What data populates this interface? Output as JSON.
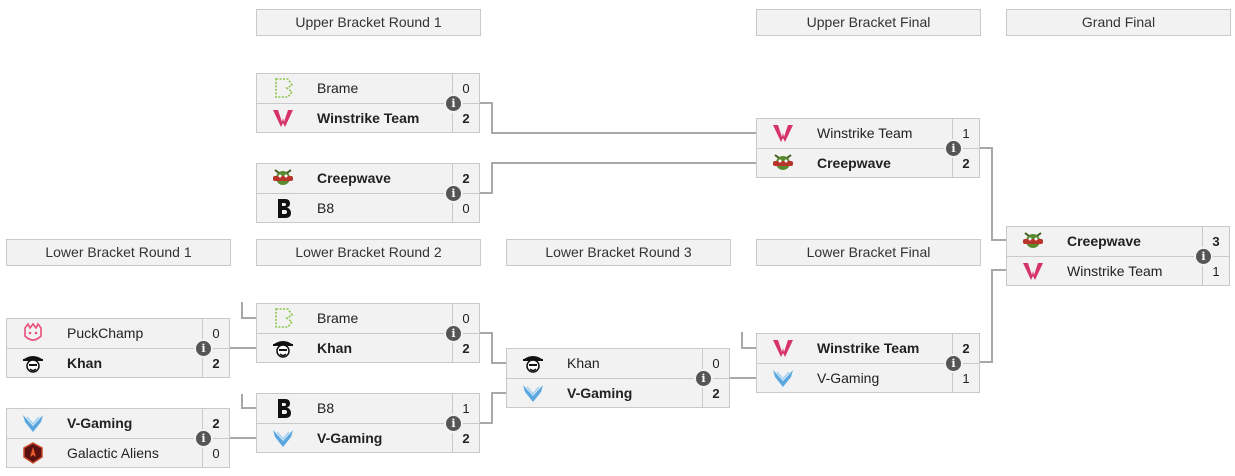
{
  "headers": {
    "ubr1": "Upper Bracket Round 1",
    "ubf": "Upper Bracket Final",
    "gf": "Grand Final",
    "lbr1": "Lower Bracket Round 1",
    "lbr2": "Lower Bracket Round 2",
    "lbr3": "Lower Bracket Round 3",
    "lbf": "Lower Bracket Final"
  },
  "matches": {
    "ubr1_m1": {
      "t1": {
        "name": "Brame",
        "score": "0",
        "logo": "brame-logo"
      },
      "t2": {
        "name": "Winstrike Team",
        "score": "2",
        "logo": "winstrike-logo"
      }
    },
    "ubr1_m2": {
      "t1": {
        "name": "Creepwave",
        "score": "2",
        "logo": "creepwave-logo"
      },
      "t2": {
        "name": "B8",
        "score": "0",
        "logo": "b8-logo"
      }
    },
    "ubf": {
      "t1": {
        "name": "Winstrike Team",
        "score": "1",
        "logo": "winstrike-logo"
      },
      "t2": {
        "name": "Creepwave",
        "score": "2",
        "logo": "creepwave-logo"
      }
    },
    "gf": {
      "t1": {
        "name": "Creepwave",
        "score": "3",
        "logo": "creepwave-logo"
      },
      "t2": {
        "name": "Winstrike Team",
        "score": "1",
        "logo": "winstrike-logo"
      }
    },
    "lbr1_m1": {
      "t1": {
        "name": "PuckChamp",
        "score": "0",
        "logo": "puckchamp-logo"
      },
      "t2": {
        "name": "Khan",
        "score": "2",
        "logo": "khan-logo"
      }
    },
    "lbr1_m2": {
      "t1": {
        "name": "V-Gaming",
        "score": "2",
        "logo": "vgaming-logo"
      },
      "t2": {
        "name": "Galactic Aliens",
        "score": "0",
        "logo": "galactic-aliens-logo"
      }
    },
    "lbr2_m1": {
      "t1": {
        "name": "Brame",
        "score": "0",
        "logo": "brame-logo"
      },
      "t2": {
        "name": "Khan",
        "score": "2",
        "logo": "khan-logo"
      }
    },
    "lbr2_m2": {
      "t1": {
        "name": "B8",
        "score": "1",
        "logo": "b8-logo"
      },
      "t2": {
        "name": "V-Gaming",
        "score": "2",
        "logo": "vgaming-logo"
      }
    },
    "lbr3": {
      "t1": {
        "name": "Khan",
        "score": "0",
        "logo": "khan-logo"
      },
      "t2": {
        "name": "V-Gaming",
        "score": "2",
        "logo": "vgaming-logo"
      }
    },
    "lbf": {
      "t1": {
        "name": "Winstrike Team",
        "score": "2",
        "logo": "winstrike-logo"
      },
      "t2": {
        "name": "V-Gaming",
        "score": "1",
        "logo": "vgaming-logo"
      }
    }
  },
  "info_icon": "i",
  "colors": {
    "winstrike": "#d6336c",
    "vgaming": "#5aa7e0",
    "brame": "#8bc34a",
    "creepwave": "#5a8a2e",
    "puckchamp": "#e8507a",
    "line": "#a8a8a8"
  }
}
